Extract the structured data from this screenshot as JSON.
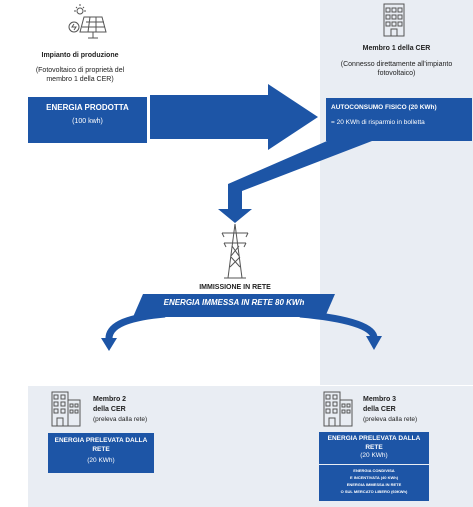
{
  "production": {
    "title": "Impianto di produzione",
    "subtitle": "(Fotovoltaico di proprietà del membro 1 della CER)",
    "energy_box": {
      "title": "ENERGIA PRODOTTA",
      "value": "(100 kwh)"
    }
  },
  "member1": {
    "title": "Membro 1 della CER",
    "subtitle": "(Connesso direttamente all'impianto fotovoltaico)",
    "self_consumption": {
      "title": "AUTOCONSUMO FISICO (20 KWh)",
      "note": "= 20 KWh di risparmio in bolletta"
    }
  },
  "grid": {
    "title": "IMMISSIONE IN RETE",
    "banner": "ENERGIA IMMESSA IN RETE 80 KWh"
  },
  "member2": {
    "title_line1": "Membro 2",
    "title_line2": "della CER",
    "subtitle": "(preleva dalla rete)",
    "box": {
      "title": "ENERGIA PRELEVATA DALLA RETE",
      "value": "(20 KWh)"
    }
  },
  "member3": {
    "title_line1": "Membro 3",
    "title_line2": "della CER",
    "subtitle": "(preleva dalla rete)",
    "box": {
      "title": "ENERGIA PRELEVATA DALLA RETE",
      "value": "(20 KWh)"
    },
    "shared_box": {
      "line1": "ENERGIA CONDIVISA",
      "line2": "E INCENTIVATA (40 KWh)",
      "line3": "ENERGIA IMMESSA IN RETE",
      "line4": "O SUL MERCATO LIBERO (60KWh)"
    }
  },
  "colors": {
    "accent_blue": "#1d55a6",
    "panel_bg": "#e9edf3",
    "icon_gray": "#555555"
  },
  "icons": [
    "solar-panel-icon",
    "building-icon",
    "power-pylon-icon"
  ]
}
